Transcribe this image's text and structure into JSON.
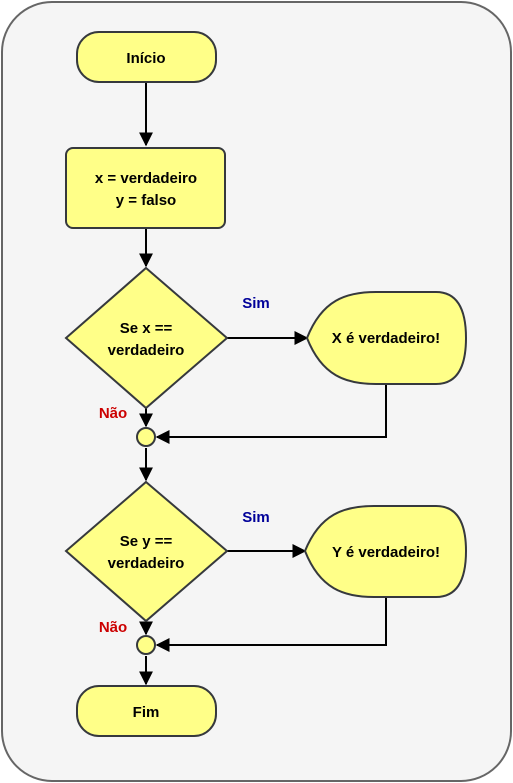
{
  "nodes": {
    "start": "Início",
    "assign_line1": "x = verdadeiro",
    "assign_line2": "y = falso",
    "decision1_line1": "Se x ==",
    "decision1_line2": "verdadeiro",
    "output1": "X é verdadeiro!",
    "decision2_line1": "Se y ==",
    "decision2_line2": "verdadeiro",
    "output2": "Y é verdadeiro!",
    "end": "Fim"
  },
  "edges": {
    "yes1": "Sim",
    "no1": "Não",
    "yes2": "Sim",
    "no2": "Não"
  },
  "colors": {
    "node_fill": "#ffff88",
    "node_stroke": "#36393d",
    "yes_label": "#000099",
    "no_label": "#cc0000",
    "background": "#f5f5f5"
  }
}
